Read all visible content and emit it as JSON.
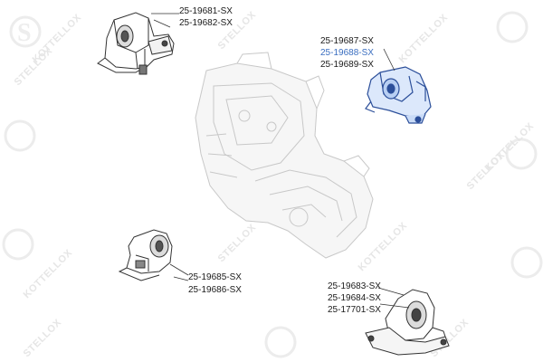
{
  "watermark": {
    "brand_upper": "STELLOX",
    "brand_lower": "KOTTELLOX",
    "emblem": "S"
  },
  "parts": [
    {
      "id": "top-left-mount",
      "codes": [
        "25-19681-SX",
        "25-19682-SX"
      ],
      "highlighted": false
    },
    {
      "id": "top-right-mount",
      "codes": [
        "25-19687-SX",
        "25-19688-SX",
        "25-19689-SX"
      ],
      "highlighted": true,
      "highlight_color": "#3a6ec0"
    },
    {
      "id": "middle-left-mount",
      "codes": [
        "25-19685-SX",
        "25-19686-SX"
      ],
      "highlighted": false
    },
    {
      "id": "bottom-right-mount",
      "codes": [
        "25-19683-SX",
        "25-19684-SX",
        "25-17701-SX"
      ],
      "highlighted": false
    }
  ],
  "center_part": "engine-transmission-block"
}
